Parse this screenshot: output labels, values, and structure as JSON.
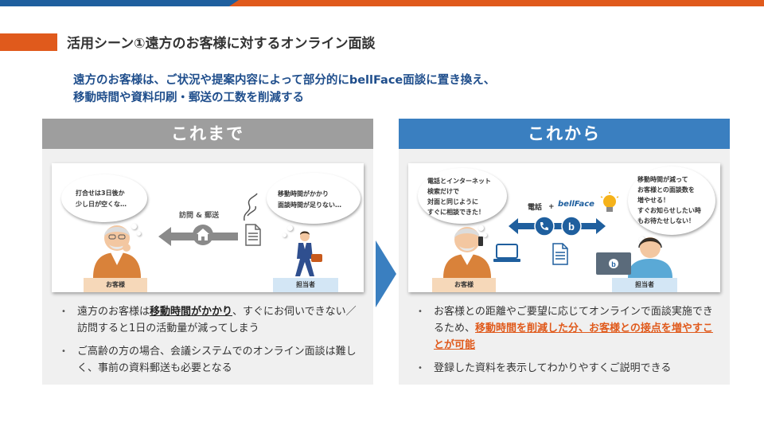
{
  "header": {
    "title": "活用シーン①遠方のお客様に対するオンライン面談"
  },
  "lead": {
    "line1": "遠方のお客様は、ご状況や提案内容によって部分的にbellFace面談に置き換え、",
    "line2": "移動時間や資料印刷・郵送の工数を削減する"
  },
  "before": {
    "heading": "これまで",
    "customer_bubble": [
      "打合せは3日後か",
      "少し日が空くな…"
    ],
    "staff_bubble": [
      "移動時間がかかり",
      "面談時間が足りない…"
    ],
    "visit_label": "訪問 & 郵送",
    "customer_label": "お客様",
    "staff_label": "担当者",
    "bullet1": {
      "pre": "遠方のお客様は",
      "highlight": "移動時間がかかり",
      "post": "、すぐにお伺いできない／訪問すると1日の活動量が減ってしまう"
    },
    "bullet2": "ご高齢の方の場合、会議システムでのオンライン面談は難しく、事前の資料郵送も必要となる"
  },
  "after": {
    "heading": "これから",
    "customer_bubble": [
      "電話とインターネット",
      "検索だけで",
      "対面と同じように",
      "すぐに相談できた！"
    ],
    "staff_bubble": [
      "移動時間が減って",
      "お客様との面談数を",
      "増やせる！",
      "すぐお知らせしたい時",
      "もお待たせしない！"
    ],
    "phone_label": "電話",
    "plus_label": "+",
    "brand_label": "bellFace",
    "customer_label": "お客様",
    "staff_label": "担当者",
    "bullet1": {
      "pre": "お客様との距離やご要望に応じてオンラインで面談実施できるため、",
      "highlight": "移動時間を削減した分、お客様との接点を増やすことが可能"
    },
    "bullet2": "登録した資料を表示してわかりやすくご説明できる"
  },
  "colors": {
    "accent_orange": "#e05a1c",
    "brand_blue": "#1f5f9e",
    "panel_blue": "#3a7fc0",
    "panel_gray": "#9e9e9e"
  }
}
